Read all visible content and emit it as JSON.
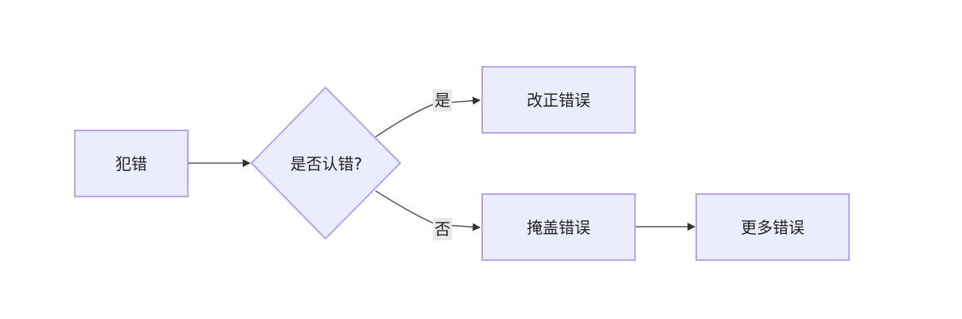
{
  "nodes": {
    "start": "犯错",
    "decision": "是否认错?",
    "fix": "改正错误",
    "cover": "掩盖错误",
    "more": "更多错误"
  },
  "edges": {
    "yes": "是",
    "no": "否"
  },
  "colors": {
    "node_fill": "#ececff",
    "node_stroke": "#b7a3ee",
    "edge": "#555555"
  }
}
